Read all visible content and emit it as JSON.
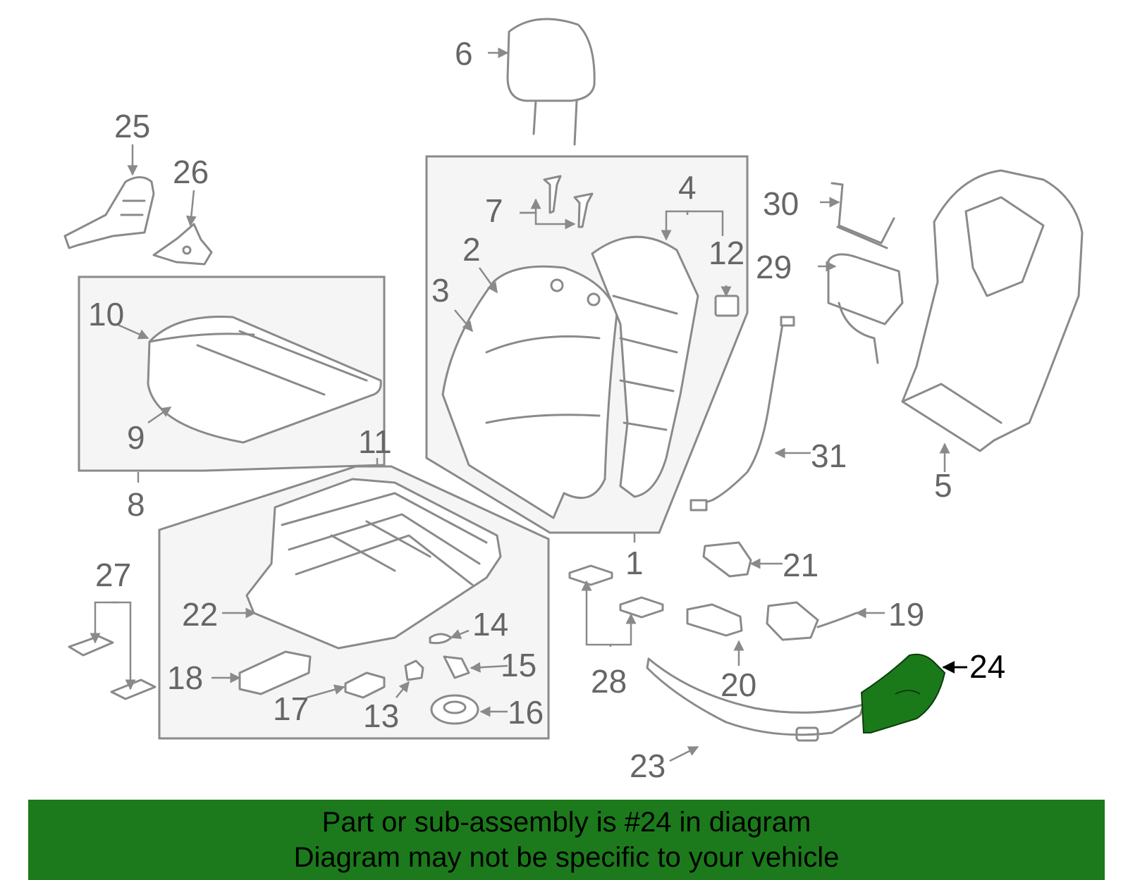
{
  "diagram": {
    "highlight_part": "24",
    "highlight_color": "#1a7a1a",
    "line_color": "#8a8a8a",
    "callouts": {
      "c1": "1",
      "c2": "2",
      "c3": "3",
      "c4": "4",
      "c5": "5",
      "c6": "6",
      "c7": "7",
      "c8": "8",
      "c9": "9",
      "c10": "10",
      "c11": "11",
      "c12": "12",
      "c13": "13",
      "c14": "14",
      "c15": "15",
      "c16": "16",
      "c17": "17",
      "c18": "18",
      "c19": "19",
      "c20": "20",
      "c21": "21",
      "c22": "22",
      "c23": "23",
      "c24": "24",
      "c25": "25",
      "c26": "26",
      "c27": "27",
      "c28": "28",
      "c29": "29",
      "c30": "30",
      "c31": "31"
    }
  },
  "banner": {
    "line1": "Part or sub-assembly is #24 in diagram",
    "line2": "Diagram may not be specific to your vehicle",
    "background": "#1c7a1c"
  }
}
